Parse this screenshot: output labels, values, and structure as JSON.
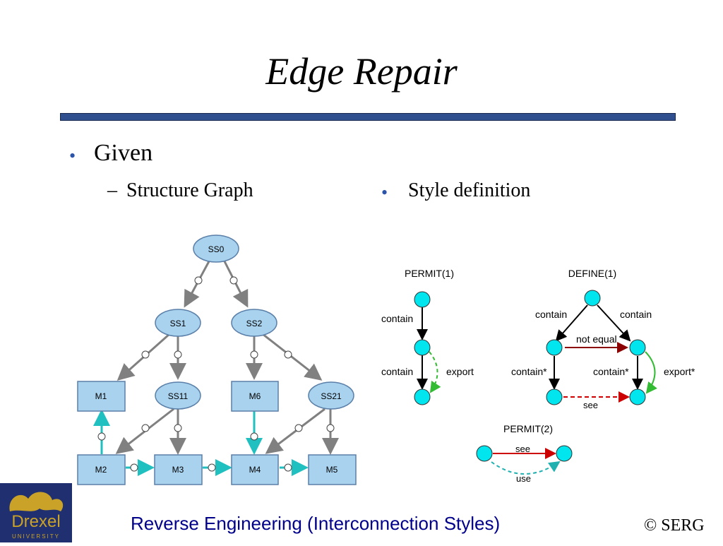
{
  "slide": {
    "title": "Edge Repair",
    "bullet_given": "Given",
    "sub_structure": "Structure Graph",
    "sub_style": "Style definition",
    "footer": "Reverse Engineering (Interconnection Styles)",
    "copyright": "© SERG",
    "logo_text": "Drexel",
    "logo_sub": "UNIVERSITY"
  },
  "structure_graph": {
    "nodes": {
      "ss0": "SS0",
      "ss1": "SS1",
      "ss2": "SS2",
      "ss11": "SS11",
      "ss21": "SS21",
      "m1": "M1",
      "m2": "M2",
      "m3": "M3",
      "m4": "M4",
      "m5": "M5",
      "m6": "M6"
    }
  },
  "style_definition": {
    "permit1": {
      "title": "PERMIT(1)",
      "contain_top": "contain",
      "contain_bottom": "contain",
      "export": "export"
    },
    "define1": {
      "title": "DEFINE(1)",
      "contain_left": "contain",
      "contain_right": "contain",
      "not_equal": "not equal",
      "contain_star_left": "contain*",
      "contain_star_right": "contain*",
      "export_star": "export*",
      "see": "see"
    },
    "permit2": {
      "title": "PERMIT(2)",
      "see": "see",
      "use": "use"
    }
  },
  "colors": {
    "accent_blue": "#2f4f8f",
    "node_fill": "#a9d2ee",
    "gray_edge": "#808080",
    "cyan_edge": "#20c0c0",
    "node_cyan": "#00e5ee",
    "red_edge": "#cc0000",
    "green_edge": "#33bb33",
    "dark_red": "#8b0000",
    "footer_text": "#00008b"
  }
}
